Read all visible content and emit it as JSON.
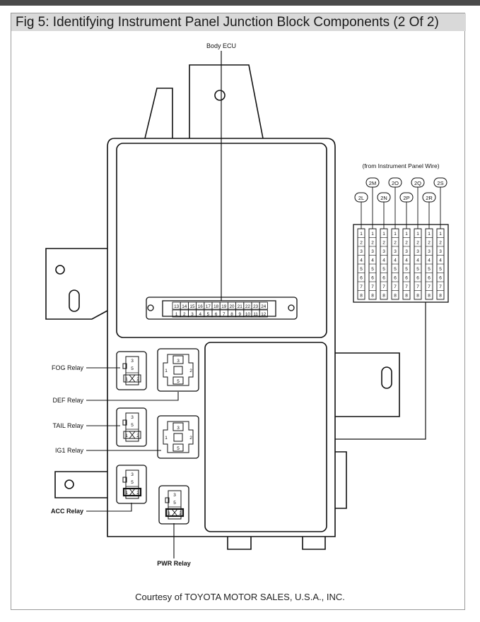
{
  "figure": {
    "caption": "Fig 5: Identifying Instrument Panel Junction Block Components (2 Of 2)",
    "credit": "Courtesy of TOYOTA MOTOR SALES, U.S.A., INC."
  },
  "labels": {
    "body_ecu": "Body ECU",
    "wire_header": "(from Instrument Panel Wire)",
    "fog": "FOG Relay",
    "def": "DEF Relay",
    "tail": "TAIL Relay",
    "ig1": "IG1 Relay",
    "acc": "ACC Relay",
    "pwr": "PWR Relay"
  },
  "connector_pins": {
    "top": [
      "13",
      "14",
      "15",
      "16",
      "17",
      "18",
      "19",
      "20",
      "21",
      "22",
      "23",
      "24"
    ],
    "bottom": [
      "1",
      "2",
      "3",
      "4",
      "5",
      "6",
      "7",
      "8",
      "9",
      "10",
      "11",
      "12"
    ]
  },
  "wire_connectors": {
    "upper": [
      "2M",
      "2O",
      "2Q",
      "2S"
    ],
    "lower": [
      "2L",
      "2N",
      "2P",
      "2R"
    ],
    "pins": [
      "1",
      "2",
      "3",
      "4",
      "5",
      "6",
      "7",
      "8"
    ]
  },
  "relay_pins": {
    "small": [
      "3",
      "5",
      "1",
      "2"
    ],
    "large": [
      "3",
      "1",
      "2",
      "5"
    ]
  }
}
